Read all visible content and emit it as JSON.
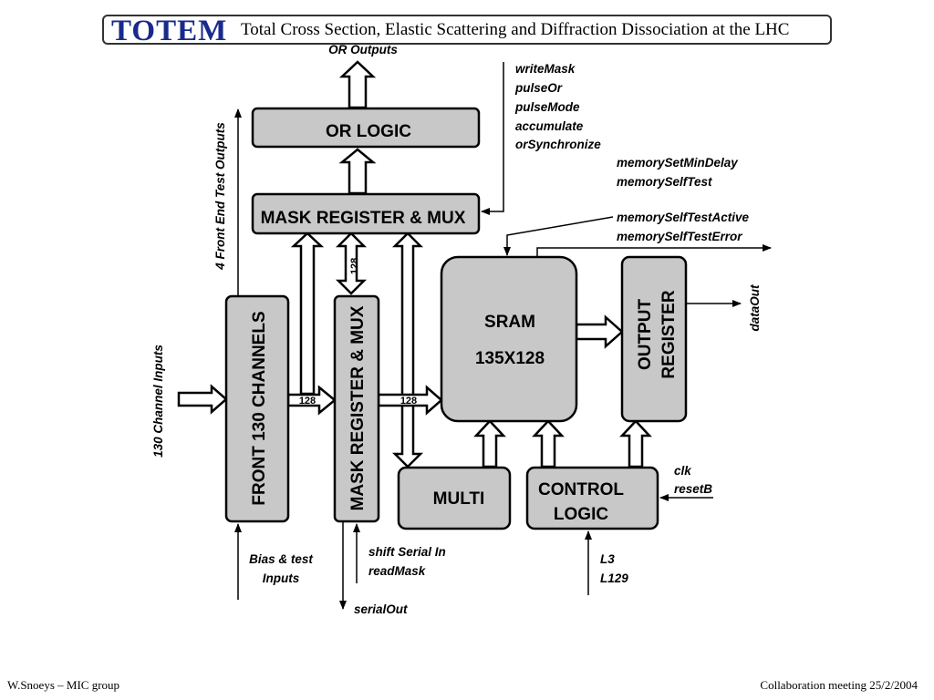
{
  "header": {
    "logo": "TOTEM",
    "title": "Total Cross Section, Elastic Scattering and Diffraction Dissociation at the LHC"
  },
  "blocks": {
    "or_logic": "OR LOGIC",
    "mask_mux_top": "MASK REGISTER & MUX",
    "front": "FRONT 130 CHANNELS",
    "mask_mux_vertical": "MASK REGISTER & MUX",
    "sram_line1": "SRAM",
    "sram_line2": "135X128",
    "output_register_line1": "OUTPUT",
    "output_register_line2": "REGISTER",
    "multi": "MULTI",
    "control_logic_line1": "CONTROL",
    "control_logic_line2": "LOGIC"
  },
  "signals": {
    "or_outputs": "OR Outputs",
    "mask_ctrl": [
      "writeMask",
      "pulseOr",
      "pulseMode",
      "accumulate",
      "orSynchronize"
    ],
    "memory_in": [
      "memorySetMinDelay",
      "memorySelfTest"
    ],
    "memory_out": [
      "memorySelfTestActive",
      "memorySelfTestError"
    ],
    "front_end_test": "4 Front End Test Outputs",
    "channel_inputs": "130 Channel Inputs",
    "data_out": "dataOut",
    "control_in": [
      "clk",
      "resetB"
    ],
    "bias_inputs": [
      "Bias & test",
      "Inputs"
    ],
    "shift_in": [
      "shift Serial In",
      "readMask"
    ],
    "serial_out": "serialOut",
    "trigger_in": [
      "L3",
      "L129"
    ]
  },
  "bus_widths": {
    "vertical_mid": "128",
    "front_to_mask": "128",
    "mask_to_sram": "128"
  },
  "footer": {
    "left": "W.Snoeys – MIC group",
    "right": "Collaboration meeting 25/2/2004"
  }
}
